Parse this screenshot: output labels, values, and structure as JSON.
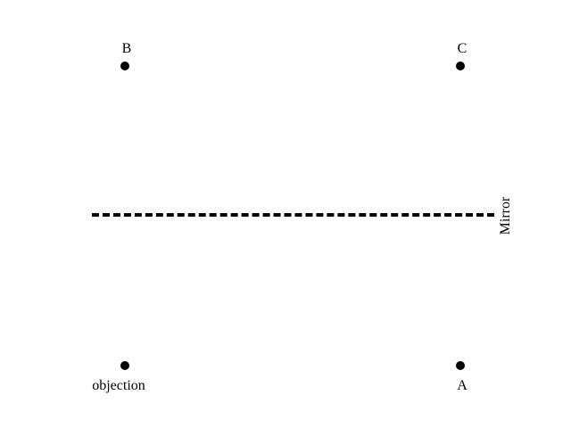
{
  "diagram": {
    "points": [
      {
        "id": "B",
        "label": "B"
      },
      {
        "id": "C",
        "label": "C"
      },
      {
        "id": "object",
        "label": "objection"
      },
      {
        "id": "A",
        "label": "A"
      }
    ],
    "mirror": {
      "label": "Mirror",
      "style": "dashed"
    },
    "colors": {
      "ink": "#000000",
      "background": "#ffffff"
    }
  }
}
